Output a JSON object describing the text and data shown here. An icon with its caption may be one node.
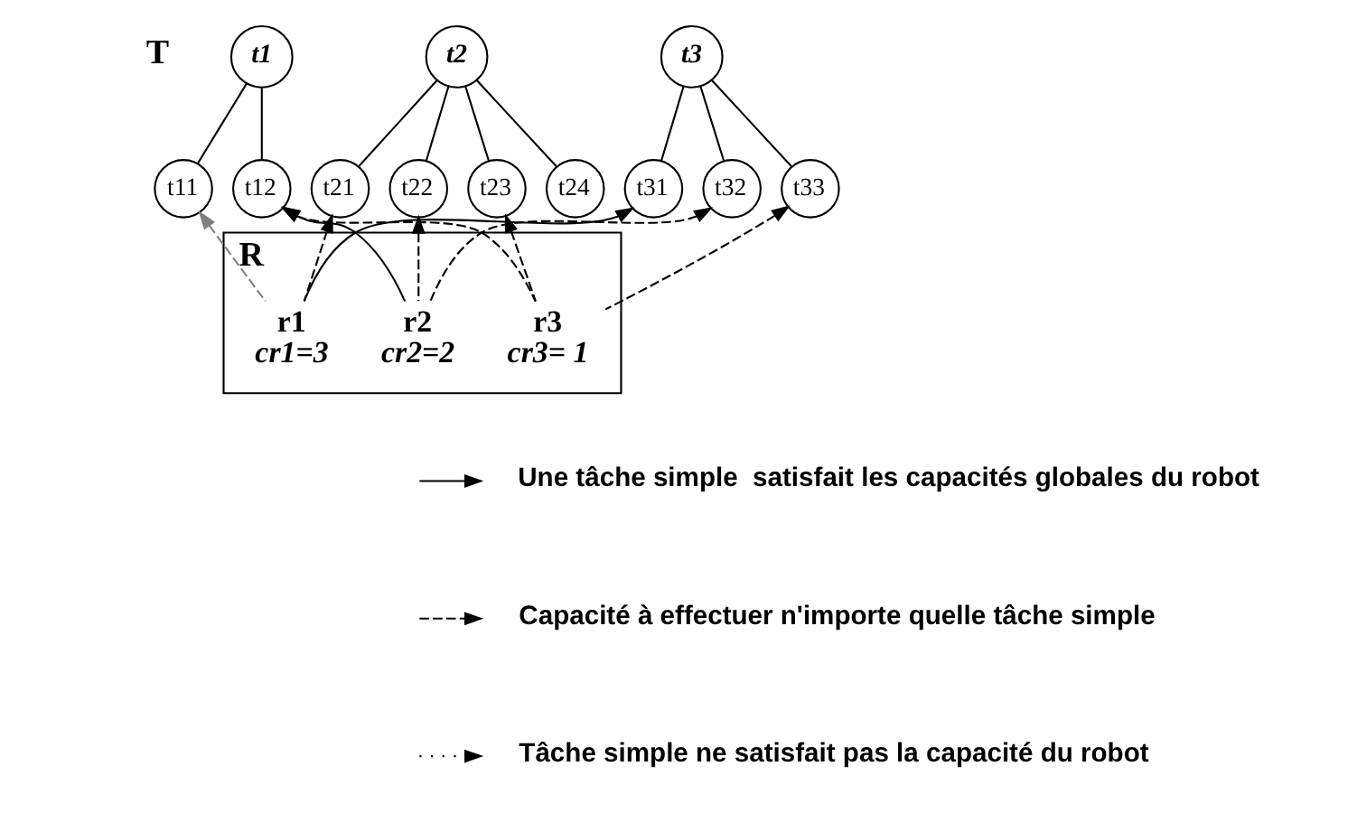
{
  "diagram": {
    "nodes": [
      {
        "text": [
          "t1"
        ]
      },
      {
        "text": [
          "t2"
        ]
      },
      {
        "text": [
          "t3"
        ]
      },
      {
        "text": [
          "t11"
        ]
      },
      {
        "text": [
          "t12"
        ]
      },
      {
        "text": [
          "t21"
        ]
      },
      {
        "text": [
          "t22"
        ]
      },
      {
        "text": [
          "t23"
        ]
      },
      {
        "text": [
          "t24"
        ]
      },
      {
        "text": [
          "t31"
        ]
      },
      {
        "text": [
          "t32"
        ]
      },
      {
        "text": [
          "t33"
        ]
      },
      {
        "text": [
          "R"
        ]
      },
      {
        "text": [
          "r1",
          "cr1=3"
        ],
        "in": 12
      },
      {
        "text": [
          "r2",
          "cr2=2"
        ],
        "in": 12
      },
      {
        "text": [
          "r3",
          "cr3= 1"
        ],
        "in": 12
      }
    ],
    "edges": [
      {
        "from": 0,
        "to": 3,
        "arrow": "none"
      },
      {
        "from": 0,
        "to": 4,
        "arrow": "none"
      },
      {
        "from": 1,
        "to": 5,
        "arrow": "none"
      },
      {
        "from": 1,
        "to": 6,
        "arrow": "none"
      },
      {
        "from": 1,
        "to": 7,
        "arrow": "none"
      },
      {
        "from": 1,
        "to": 8,
        "arrow": "none"
      },
      {
        "from": 2,
        "to": 9,
        "arrow": "none"
      },
      {
        "from": 2,
        "to": 10,
        "arrow": "none"
      },
      {
        "from": 2,
        "to": 11,
        "arrow": "none"
      },
      {
        "from": 13,
        "to": 3,
        "arrow": "to",
        "style": "dashed",
        "color": "#808080"
      },
      {
        "from": 13,
        "to": 5,
        "arrow": "to",
        "style": "dashed"
      },
      {
        "from": 13,
        "to": 9,
        "arrow": "to"
      },
      {
        "from": 14,
        "to": 4,
        "arrow": "to"
      },
      {
        "from": 14,
        "to": 6,
        "arrow": "to",
        "style": "dashed"
      },
      {
        "from": 14,
        "to": 10,
        "arrow": "to",
        "style": "dashed"
      },
      {
        "from": 15,
        "to": 4,
        "arrow": "to",
        "style": "dashed"
      },
      {
        "from": 15,
        "to": 7,
        "arrow": "to",
        "style": "dashed"
      },
      {
        "from": 15,
        "to": 11,
        "arrow": "to",
        "style": "dashed"
      }
    ],
    "labels": [
      "T"
    ],
    "legend": [
      {
        "text": "Une tâche simple  satisfait les capacités globales du robot"
      },
      {
        "text": "Capacité à effectuer n'importe quelle tâche simple"
      },
      {
        "text": "Tâche simple ne satisfait pas la capacité du robot"
      }
    ]
  }
}
